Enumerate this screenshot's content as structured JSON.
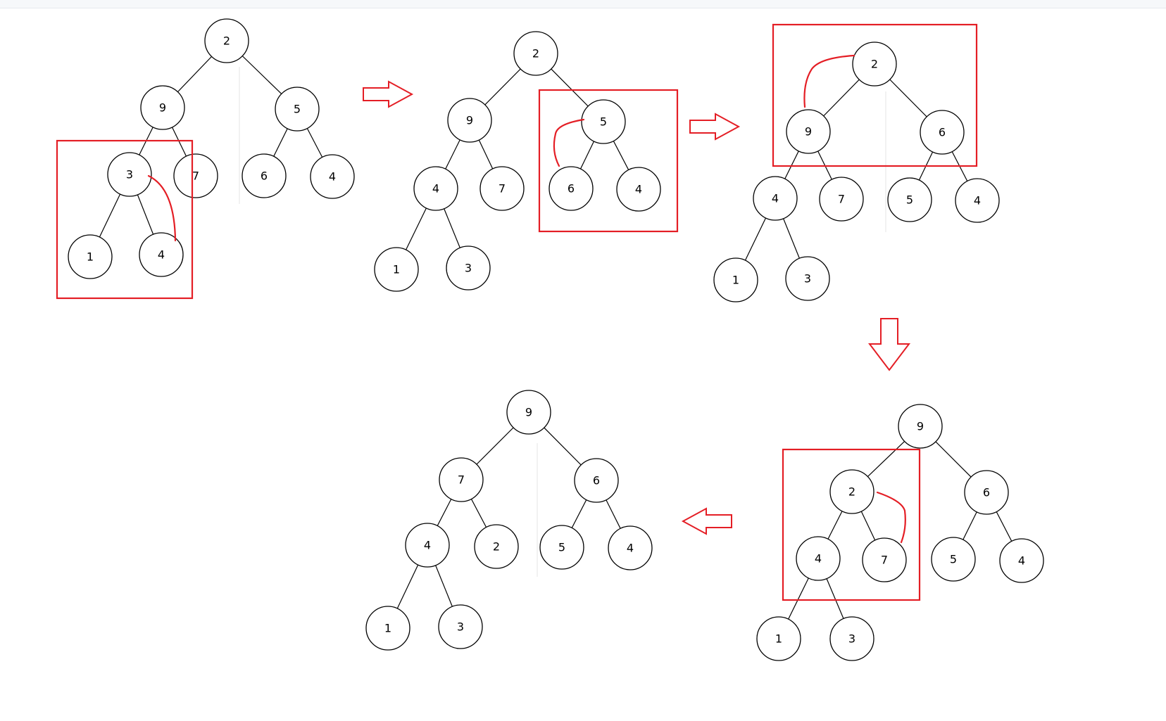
{
  "colors": {
    "highlight": "#e41e25",
    "ink": "#000000",
    "background": "#ffffff"
  },
  "steps": [
    {
      "id": "step-1",
      "values": [
        "2",
        "9",
        "5",
        "3",
        "7",
        "6",
        "4",
        "1",
        "4"
      ]
    },
    {
      "id": "step-2",
      "values": [
        "2",
        "9",
        "5",
        "4",
        "7",
        "6",
        "4",
        "1",
        "3"
      ]
    },
    {
      "id": "step-3",
      "values": [
        "2",
        "9",
        "6",
        "4",
        "7",
        "5",
        "4",
        "1",
        "3"
      ]
    },
    {
      "id": "step-4",
      "values": [
        "9",
        "2",
        "6",
        "4",
        "7",
        "5",
        "4",
        "1",
        "3"
      ]
    },
    {
      "id": "step-5",
      "values": [
        "9",
        "7",
        "6",
        "4",
        "2",
        "5",
        "4",
        "1",
        "3"
      ]
    }
  ],
  "flow_arrows": [
    {
      "id": "arrow-1-to-2",
      "direction": "right"
    },
    {
      "id": "arrow-2-to-3",
      "direction": "right"
    },
    {
      "id": "arrow-3-to-4",
      "direction": "down"
    },
    {
      "id": "arrow-4-to-5",
      "direction": "left"
    }
  ]
}
